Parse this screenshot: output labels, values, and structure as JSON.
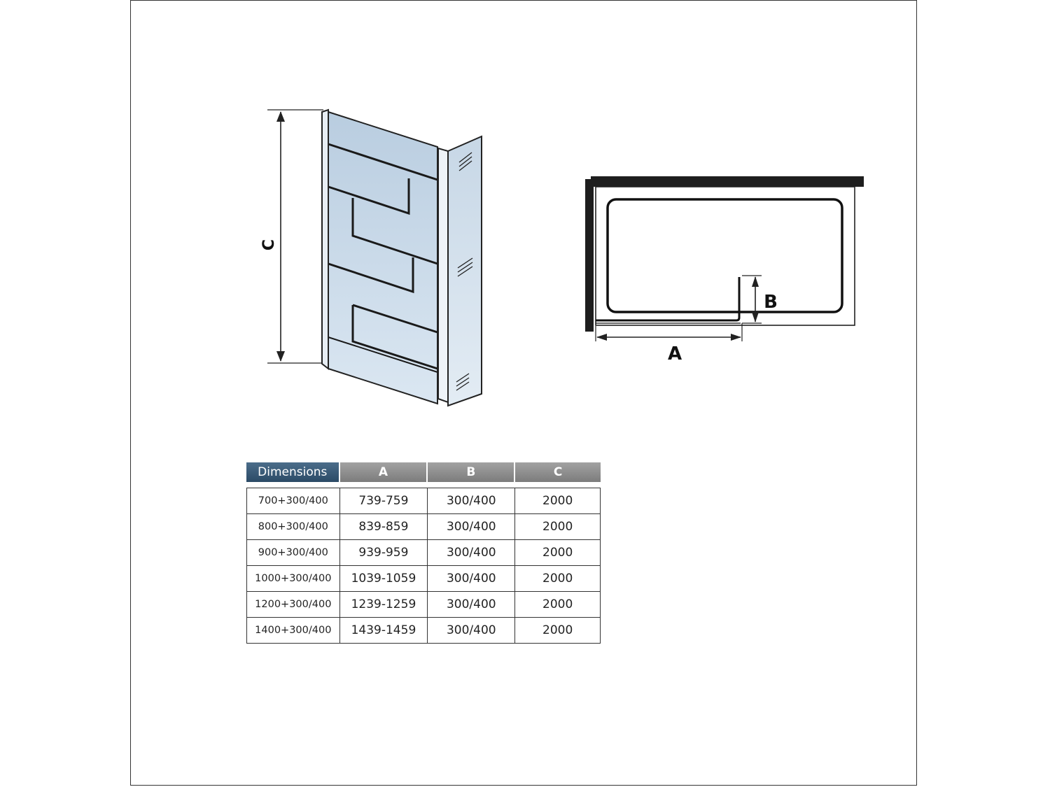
{
  "diagram": {
    "label_a": "A",
    "label_b": "B",
    "label_c": "C"
  },
  "table": {
    "headers": [
      "Dimensions",
      "A",
      "B",
      "C"
    ],
    "rows": [
      [
        "700+300/400",
        "739-759",
        "300/400",
        "2000"
      ],
      [
        "800+300/400",
        "839-859",
        "300/400",
        "2000"
      ],
      [
        "900+300/400",
        "939-959",
        "300/400",
        "2000"
      ],
      [
        "1000+300/400",
        "1039-1059",
        "300/400",
        "2000"
      ],
      [
        "1200+300/400",
        "1239-1259",
        "300/400",
        "2000"
      ],
      [
        "1400+300/400",
        "1439-1459",
        "300/400",
        "2000"
      ]
    ]
  },
  "colors": {
    "glass": "#c3d4e3",
    "glass_light": "#dde8f2",
    "header_dark": "#2e4d69",
    "header_gray": "#8d8d8d"
  }
}
